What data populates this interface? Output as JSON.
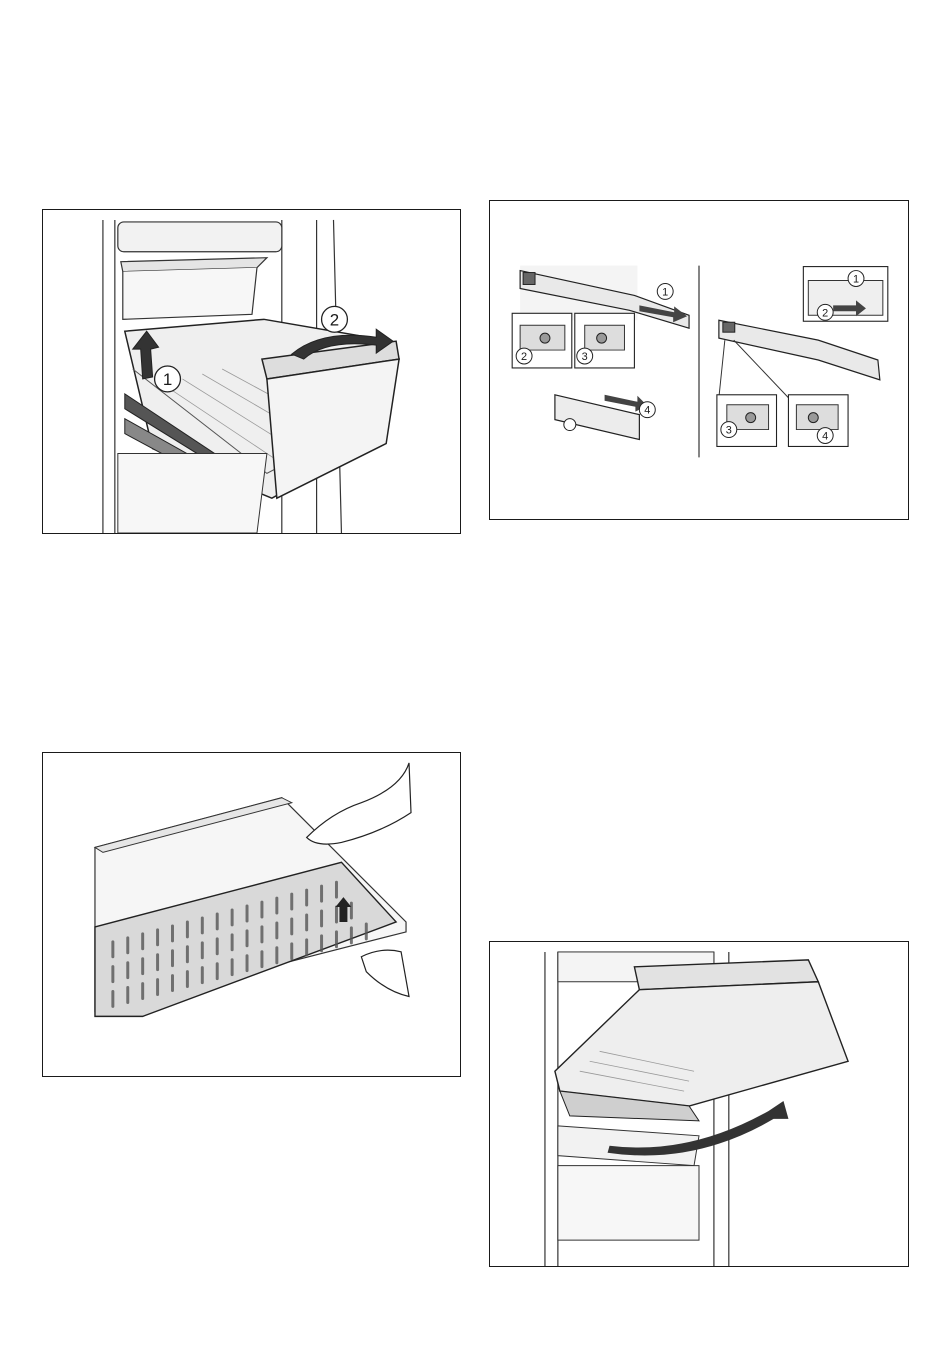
{
  "figures": [
    {
      "id": "drawer-removal",
      "callouts": [
        "1",
        "2"
      ]
    },
    {
      "id": "rail-removal",
      "callouts": [
        "1",
        "2",
        "3",
        "4",
        "1",
        "2",
        "3",
        "4"
      ]
    },
    {
      "id": "tray-removal",
      "callouts": []
    },
    {
      "id": "drawer-tilt-insert",
      "callouts": []
    }
  ]
}
